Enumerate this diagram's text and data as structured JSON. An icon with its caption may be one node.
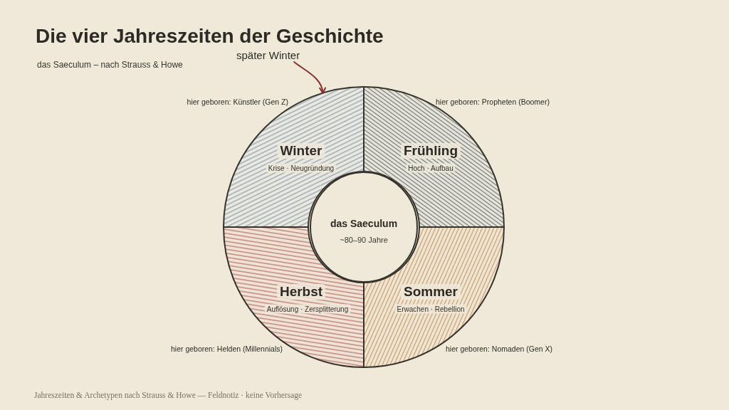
{
  "diagram": {
    "title": "Die vier Jahreszeiten der Geschichte",
    "caption": "Jahreszeiten & Archetypen nach Strauss & Howe — Feldnotiz · keine Vorhersage",
    "nodes": [
      {
        "text": [
          "später Winter"
        ]
      },
      {
        "text": [
          "Winter",
          "Krise · Neugründung"
        ],
        "beside": [
          "hier geboren: Künstler (Gen Z)"
        ]
      },
      {
        "text": [
          "Frühling",
          "Hoch · Aufbau"
        ],
        "beside": [
          "hier geboren: Propheten (Boomer)"
        ]
      },
      {
        "text": [
          "das Saeculum",
          "~80–90 Jahre"
        ]
      },
      {
        "text": [
          "Herbst",
          "Auflösung · Zersplitterung"
        ],
        "beside": [
          "hier geboren: Helden (Millennials)"
        ]
      },
      {
        "text": [
          "Sommer",
          "Erwachen · Rebellion"
        ],
        "beside": [
          "hier geboren: Nomaden (Gen X)"
        ]
      }
    ],
    "edges": [
      {
        "from": 0,
        "to": 1,
        "arrow": "to",
        "color": "#8a2f2f"
      }
    ],
    "labels": [
      "das Saeculum – nach Strauss & Howe"
    ]
  }
}
